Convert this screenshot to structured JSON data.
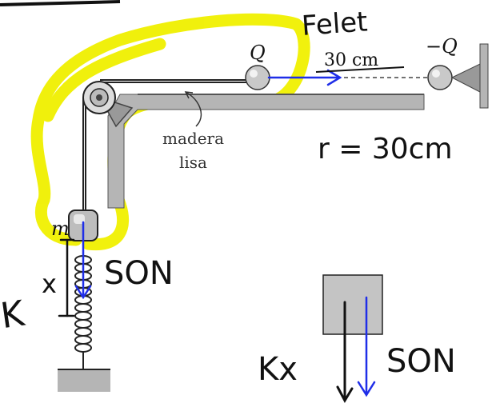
{
  "labels": {
    "charge_q": "Q",
    "charge_minus_q": "−Q",
    "distance": "30 cm",
    "surface_line1": "madera",
    "surface_line2": "lisa",
    "mass": "m"
  },
  "handwriting": {
    "felet": "Felet",
    "radius": "r = 30cm",
    "son_top": "SON",
    "k": "K",
    "x": "x",
    "kx": "Kx",
    "son_bottom": "SON"
  },
  "colors": {
    "highlighter": "#f0f000",
    "pen_blue": "#1f2ee8",
    "ink": "#111111",
    "surface": "#b5b5b5"
  }
}
